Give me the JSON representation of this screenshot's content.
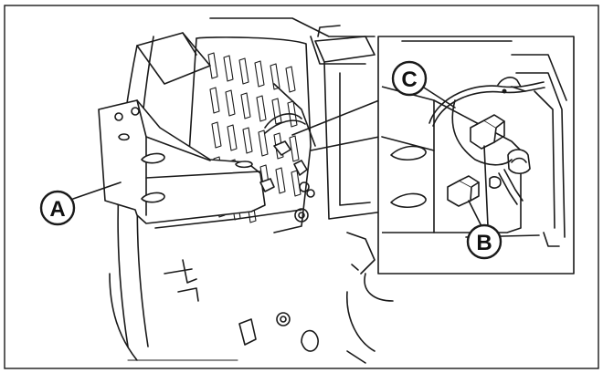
{
  "callouts": {
    "a": "A",
    "b": "B",
    "c": "C"
  },
  "colors": {
    "line": "#1a1a1a",
    "background": "#ffffff"
  }
}
